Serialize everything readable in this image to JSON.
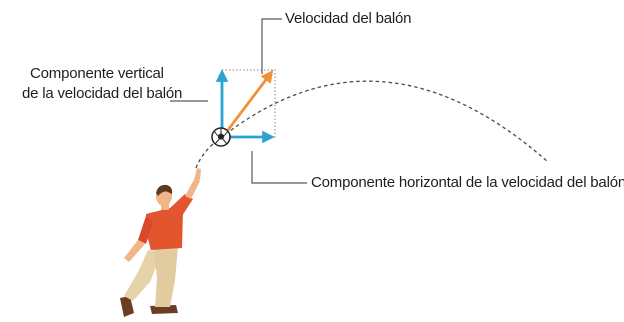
{
  "labels": {
    "ball_velocity": "Velocidad del balón",
    "vertical_component_line1": "Componente vertical",
    "vertical_component_line2": "de la velocidad del balón",
    "horizontal_component": "Componente horizontal de la velocidad del balón"
  },
  "colors": {
    "resultant_arrow": "#f0923a",
    "component_arrows": "#2aa3d3",
    "trajectory": "#4a4a4a",
    "leader_lines": "#5a5a5a",
    "shirt": "#e2552e",
    "pants": "#e7d3ab",
    "skin": "#f1b58a",
    "hair": "#5b3a22"
  },
  "icons": {
    "ball": "soccer-ball-icon",
    "person": "player-throwing-figure"
  }
}
